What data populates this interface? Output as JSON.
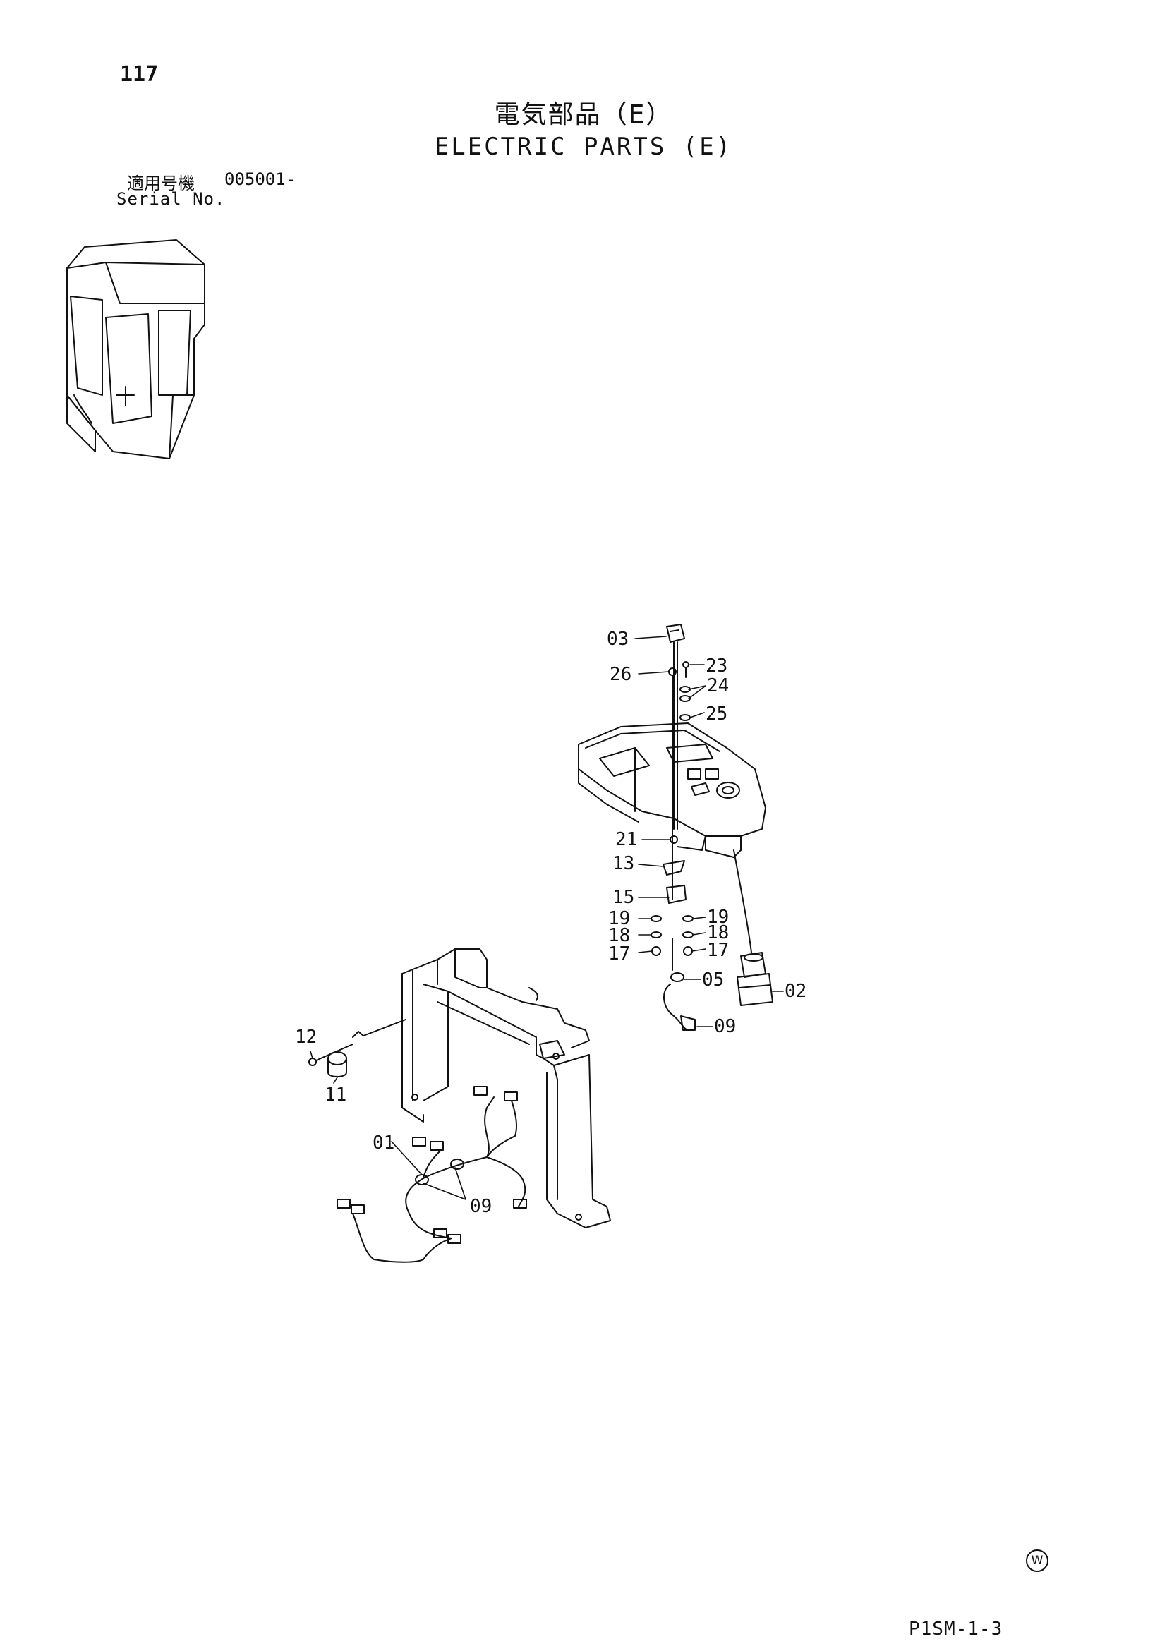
{
  "header": {
    "page_number": "117",
    "title_jp": "電気部品（E）",
    "title_en": "ELECTRIC PARTS (E)",
    "serial_label_jp": "適用号機",
    "serial_value": "005001-",
    "serial_label_en": "Serial No."
  },
  "callouts": {
    "c03": "03",
    "c23": "23",
    "c26": "26",
    "c24": "24",
    "c25": "25",
    "c21": "21",
    "c13": "13",
    "c15": "15",
    "c19a": "19",
    "c19b": "19",
    "c18a": "18",
    "c18b": "18",
    "c17a": "17",
    "c17b": "17",
    "c05": "05",
    "c02": "02",
    "c09a": "09",
    "c12": "12",
    "c11": "11",
    "c01": "01",
    "c09b": "09"
  },
  "footer": {
    "code": "P1SM-1-3",
    "mark": "W"
  },
  "icons": [
    "cab-illustration",
    "console-assembly",
    "bracket-frame",
    "wire-harness"
  ]
}
